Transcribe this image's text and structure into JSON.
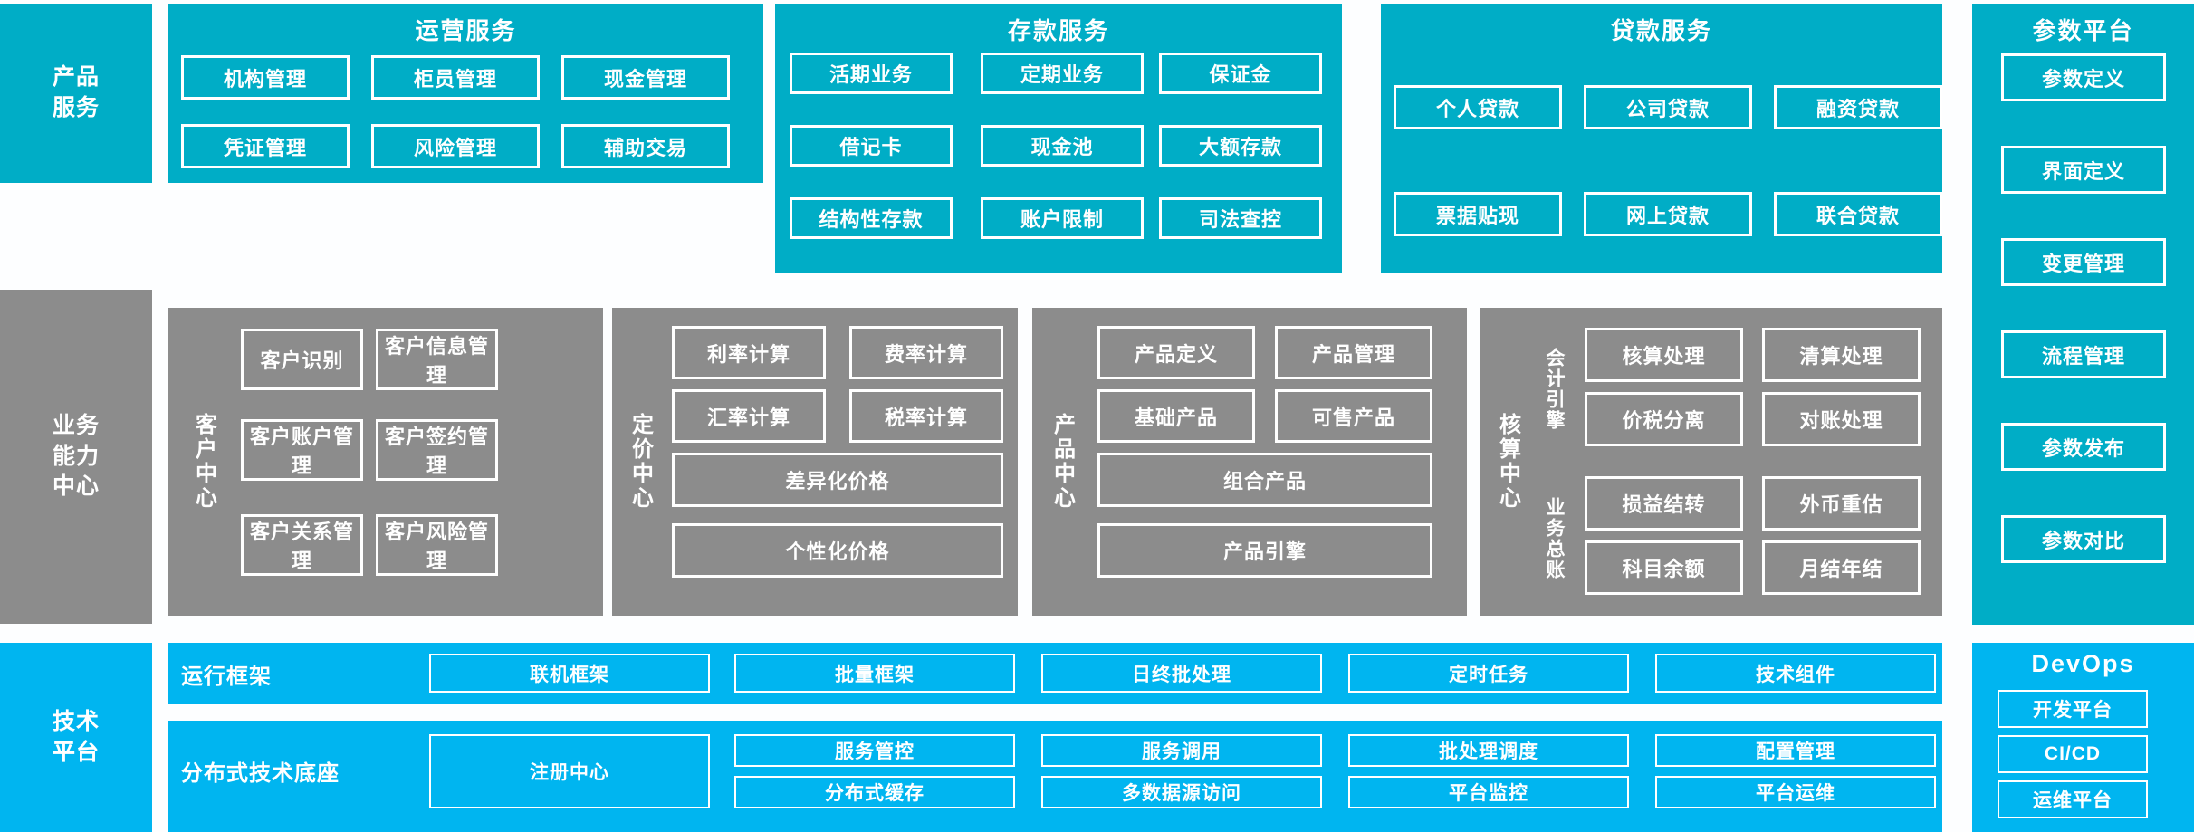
{
  "layers": {
    "product_service": "产品\n服务",
    "business_capability": "业务\n能力\n中心",
    "tech_platform": "技术\n平台"
  },
  "product_layer": {
    "operation_service": {
      "title": "运营服务",
      "items": [
        "机构管理",
        "柜员管理",
        "现金管理",
        "凭证管理",
        "风险管理",
        "辅助交易"
      ]
    },
    "deposit_service": {
      "title": "存款服务",
      "items": [
        "活期业务",
        "定期业务",
        "保证金",
        "借记卡",
        "现金池",
        "大额存款",
        "结构性存款",
        "账户限制",
        "司法查控"
      ]
    },
    "loan_service": {
      "title": "贷款服务",
      "items": [
        "个人贷款",
        "公司贷款",
        "融资贷款",
        "票据贴现",
        "网上贷款",
        "联合贷款"
      ]
    }
  },
  "parameter_platform": {
    "title": "参数平台",
    "items": [
      "参数定义",
      "界面定义",
      "变更管理",
      "流程管理",
      "参数发布",
      "参数对比"
    ]
  },
  "capability_layer": {
    "customer_center": {
      "label": "客户中心",
      "items": [
        "客户识别",
        "客户信息管理",
        "客户账户管理",
        "客户签约管理",
        "客户关系管理",
        "客户风险管理"
      ]
    },
    "pricing_center": {
      "label": "定价中心",
      "items": [
        "利率计算",
        "费率计算",
        "汇率计算",
        "税率计算",
        "差异化价格",
        "个性化价格"
      ]
    },
    "product_center": {
      "label": "产品中心",
      "items": [
        "产品定义",
        "产品管理",
        "基础产品",
        "可售产品",
        "组合产品",
        "产品引擎"
      ]
    },
    "accounting_center": {
      "label": "核算中心",
      "sub_label_top": "会计引擎",
      "sub_label_bottom": "业务总账",
      "items_top": [
        "核算处理",
        "清算处理",
        "价税分离",
        "对账处理"
      ],
      "items_bottom": [
        "损益结转",
        "外币重估",
        "科目余额",
        "月结年结"
      ]
    }
  },
  "tech_layer": {
    "runtime_framework": {
      "label": "运行框架",
      "items": [
        "联机框架",
        "批量框架",
        "日终批处理",
        "定时任务",
        "技术组件"
      ]
    },
    "distributed_base": {
      "label": "分布式技术底座",
      "registry": "注册中心",
      "items_row1": [
        "服务管控",
        "服务调用",
        "批处理调度",
        "配置管理"
      ],
      "items_row2": [
        "分布式缓存",
        "多数据源访问",
        "平台监控",
        "平台运维"
      ]
    }
  },
  "devops": {
    "title": "DevOps",
    "items": [
      "开发平台",
      "CI/CD",
      "运维平台"
    ]
  },
  "colors": {
    "teal": "#00ADC6",
    "gray": "#8C8C8C",
    "blue": "#00B5F0",
    "border": "#FFFFFF"
  }
}
